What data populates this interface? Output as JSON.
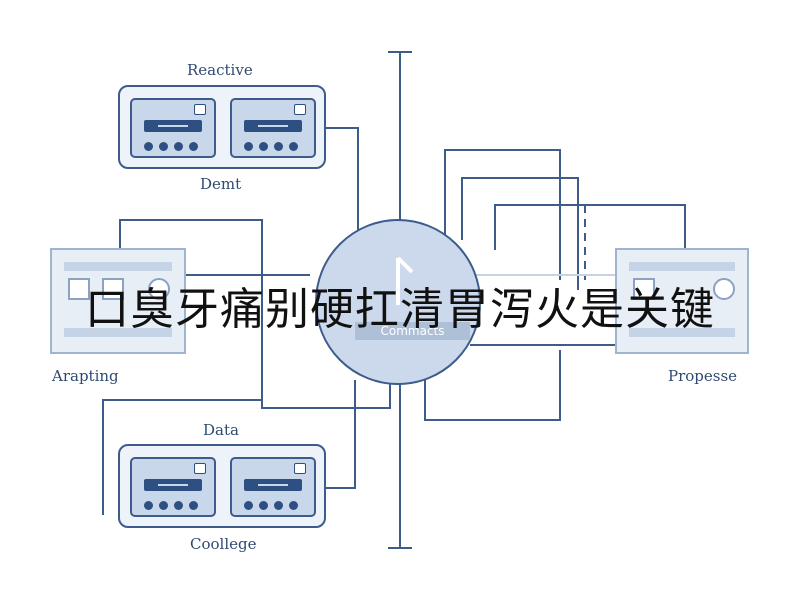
{
  "labels": {
    "reactive": "Reactive",
    "demt": "Demt",
    "arapting": "Arapting",
    "propesse": "Propesse",
    "data": "Data",
    "coollege": "Coollege"
  },
  "hub": {
    "label": "Commacts"
  },
  "overlay": {
    "title": "口臭牙痛别硬扛清胃泻火是关键"
  },
  "colors": {
    "line": "#3d5c8c",
    "hub_fill": "#ccd9ec",
    "panel_fill": "#eef3f9"
  }
}
